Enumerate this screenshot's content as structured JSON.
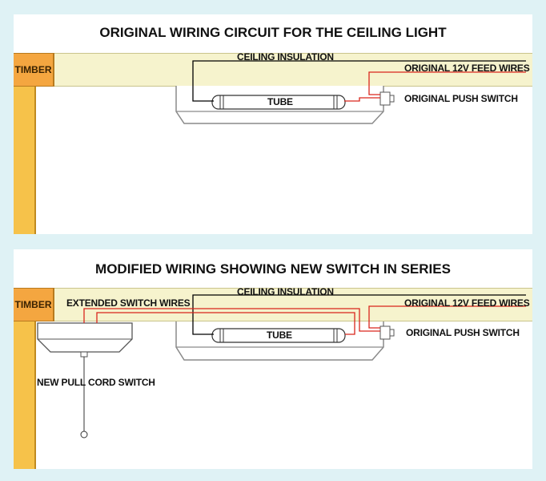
{
  "top_panel": {
    "title": "ORIGINAL WIRING CIRCUIT FOR THE CEILING LIGHT",
    "timber": "TIMBER",
    "ceiling_insulation": "CEILING INSULATION",
    "feed_wires": "ORIGINAL 12V FEED WIRES",
    "push_switch": "ORIGINAL PUSH SWITCH",
    "tube": "TUBE"
  },
  "bottom_panel": {
    "title": "MODIFIED WIRING SHOWING NEW SWITCH IN SERIES",
    "timber": "TIMBER",
    "ceiling_insulation": "CEILING INSULATION",
    "extended_wires": "EXTENDED SWITCH WIRES",
    "feed_wires": "ORIGINAL 12V FEED WIRES",
    "push_switch": "ORIGINAL PUSH SWITCH",
    "tube": "TUBE",
    "pull_cord_switch": "NEW PULL CORD SWITCH"
  },
  "colors": {
    "background": "#dff2f5",
    "insulation": "#f6f3cd",
    "timber": "#f4a640",
    "wire_black": "#000000",
    "wire_red": "#d9261c"
  }
}
